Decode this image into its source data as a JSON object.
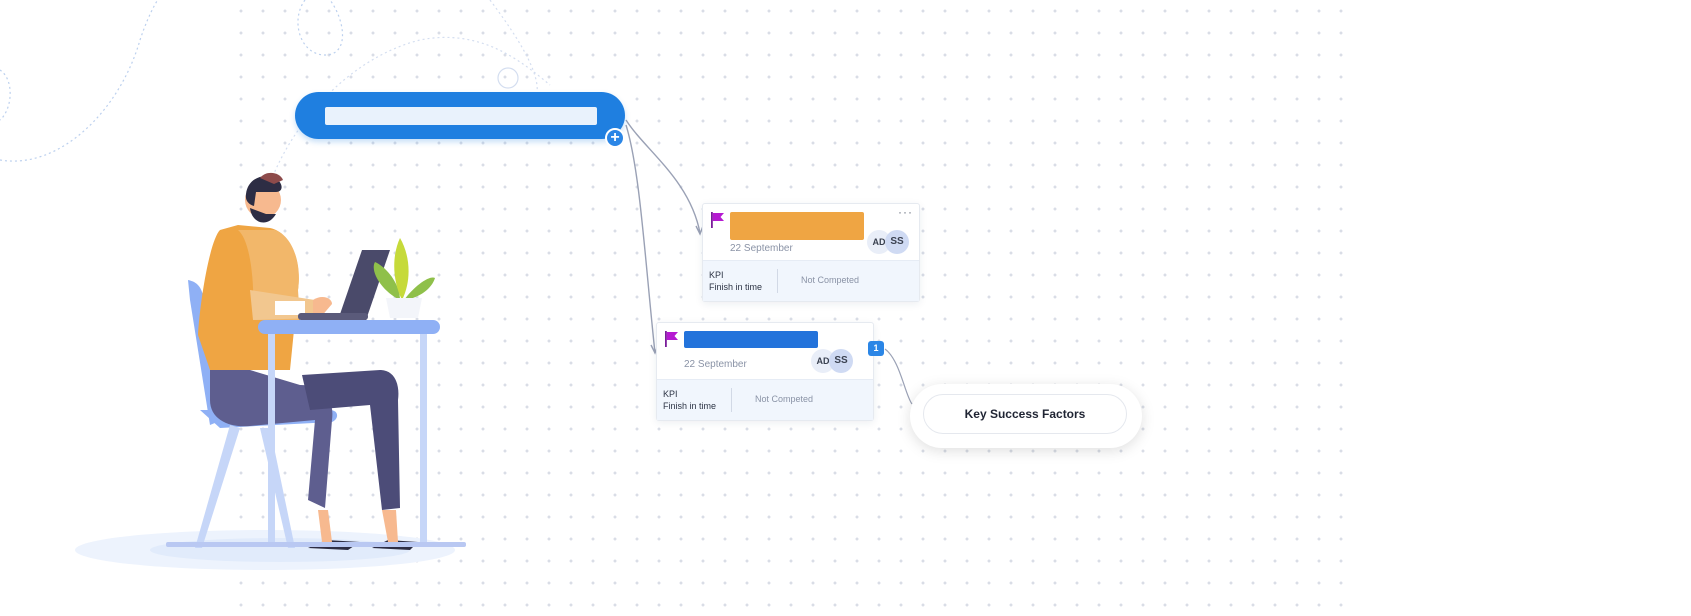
{
  "root_node": {
    "add_symbol": "+"
  },
  "cards": [
    {
      "bar_color": "#efa543",
      "date": "22 September",
      "avatars": [
        "AD",
        "SS"
      ],
      "menu_symbol": "···",
      "kpi_label": "KPI",
      "kpi_sub": "Finish in time",
      "status": "Not Competed",
      "flag_color": "#b51ad1"
    },
    {
      "bar_color": "#2373db",
      "date": "22 September",
      "avatars": [
        "AD",
        "SS"
      ],
      "kpi_label": "KPI",
      "kpi_sub": "Finish in time",
      "status": "Not Competed",
      "flag_color": "#b51ad1"
    }
  ],
  "badge": {
    "count": "1"
  },
  "ksf_node": {
    "label": "Key Success Factors"
  },
  "colors": {
    "accent": "#1f7fe0",
    "orange": "#efa543",
    "illustration_blue": "#8fb0f5",
    "pants": "#5a5a86"
  }
}
